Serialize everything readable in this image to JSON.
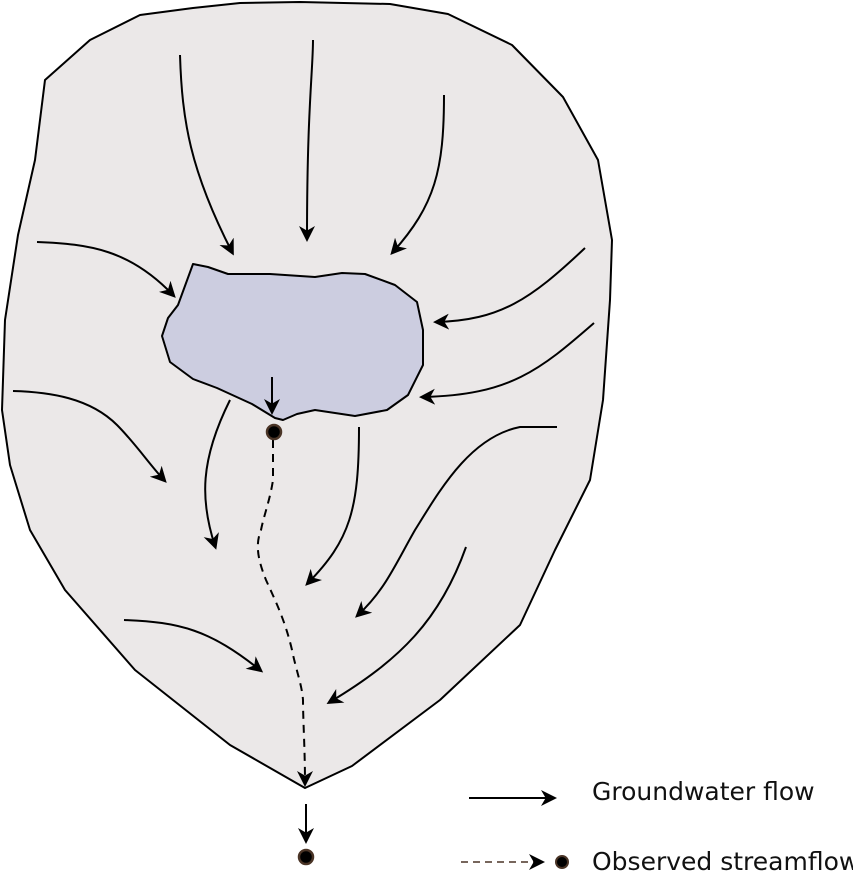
{
  "diagram": {
    "title": "Catchment groundwater flow toward lake and stream",
    "colors": {
      "catchment_fill": "#ebe8e8",
      "lake_fill": "#cccde0",
      "line": "#000000",
      "point_ring": "#4a3426",
      "point_fill": "#000000"
    },
    "elements": {
      "catchment": "Catchment boundary",
      "lake": "Lake",
      "lake_outlet_point": "Observed streamflow point (lake outlet)",
      "catchment_outlet_point": "Observed streamflow point (catchment outlet)",
      "stream": "Stream channel (dashed)"
    }
  },
  "legend": {
    "items": [
      {
        "symbol": "solid-arrow",
        "label": "Groundwater flow"
      },
      {
        "symbol": "dashed-arrow-with-dot",
        "label": "Observed streamflow"
      }
    ]
  }
}
